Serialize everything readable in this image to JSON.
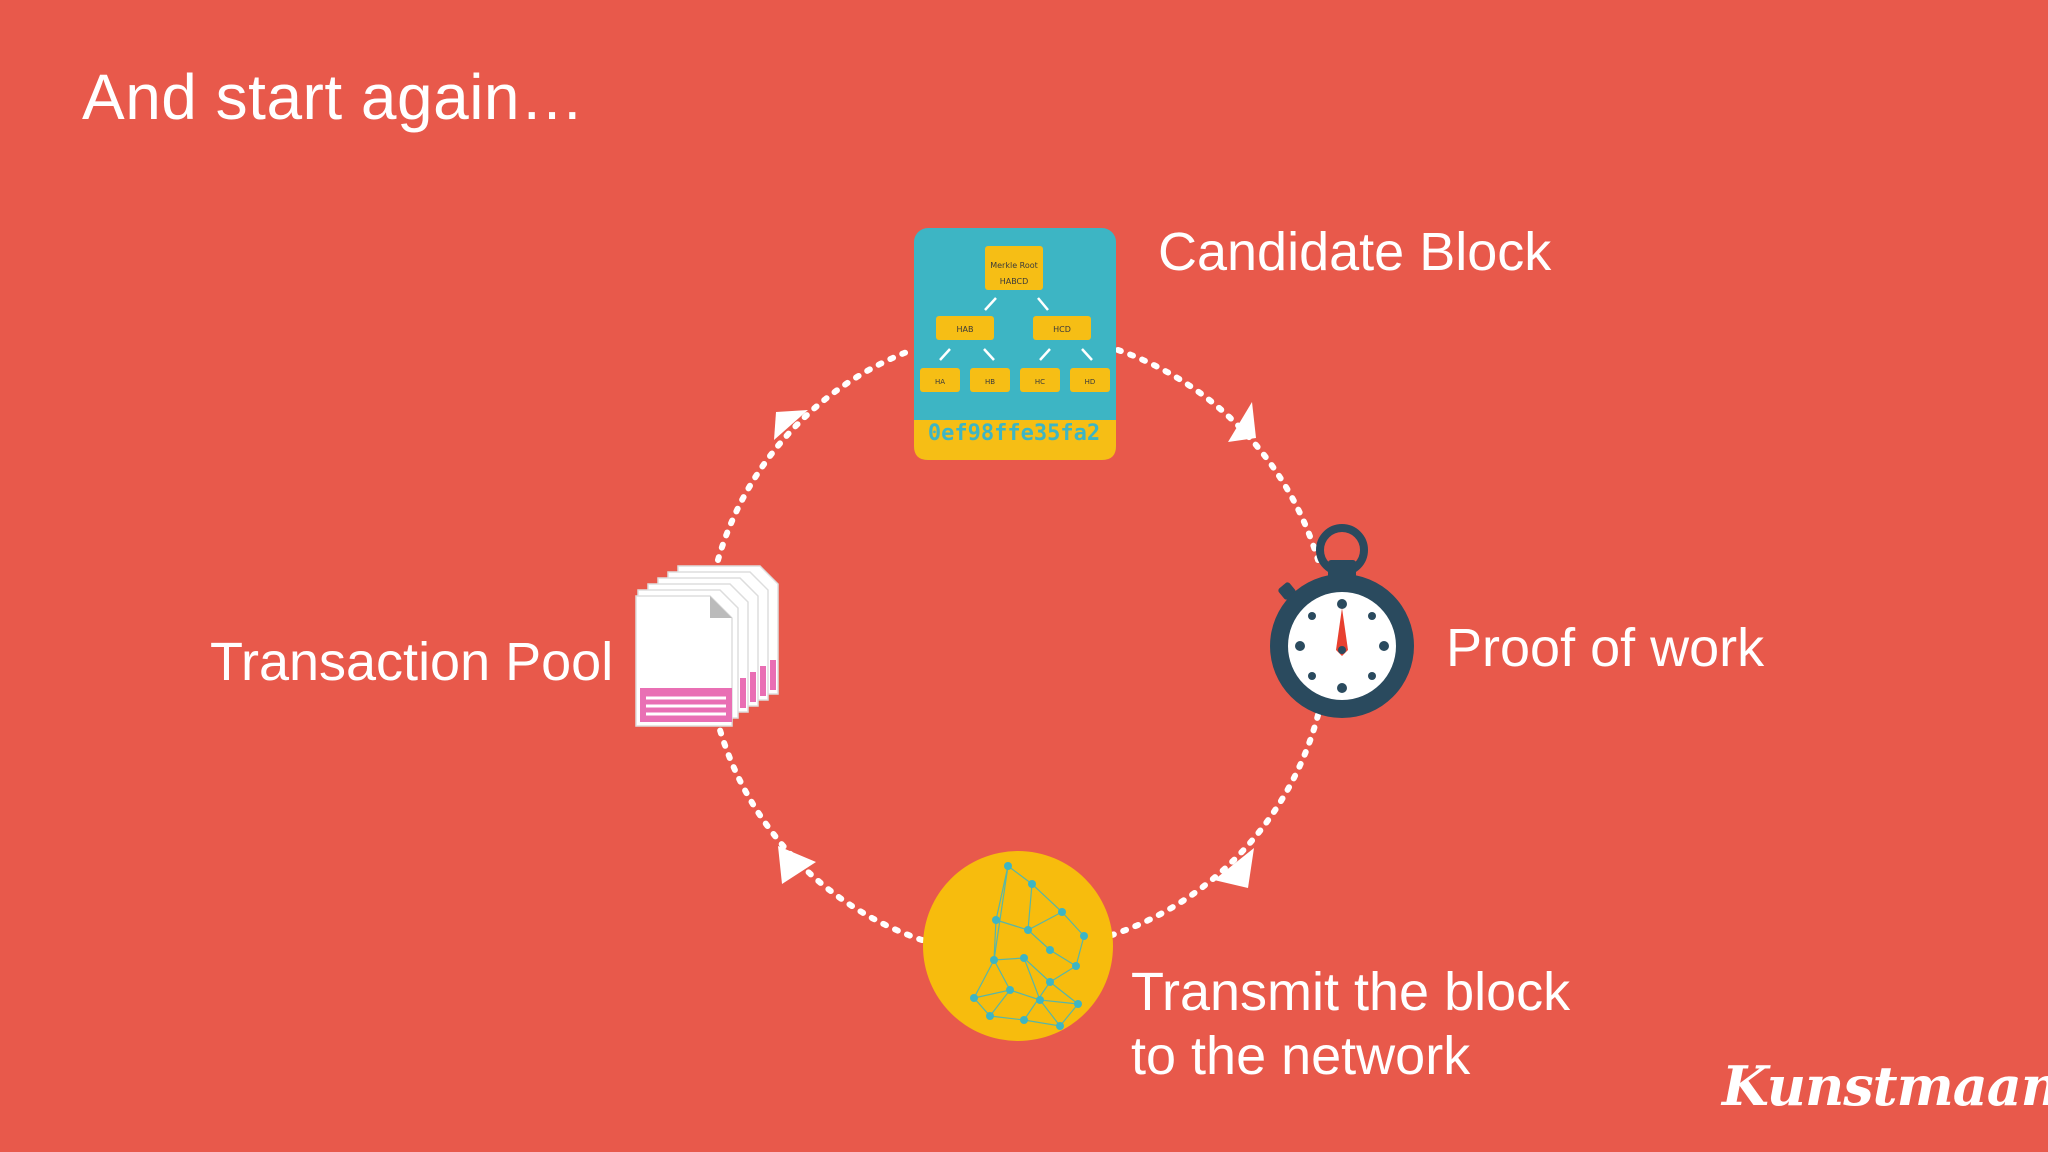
{
  "slide": {
    "title": "And start again…",
    "logo": "Kunstmaan"
  },
  "diagram": {
    "nodes": {
      "candidate_block": {
        "label": "Candidate Block",
        "hash": "0ef98ffe35fa2",
        "merkle_root_label": "Merkle Root",
        "merkle_root_hash": "HABCD",
        "level1": [
          "HAB",
          "HCD"
        ],
        "leaves": [
          "HA",
          "HB",
          "HC",
          "HD"
        ]
      },
      "proof_of_work": {
        "label": "Proof of work"
      },
      "transmit": {
        "label_line1": "Transmit the block",
        "label_line2": "to the network"
      },
      "transaction_pool": {
        "label": "Transaction Pool"
      }
    },
    "colors": {
      "background": "#E8594B",
      "block_teal": "#3DB5C4",
      "block_yellow": "#F6BE15",
      "network_yellow": "#F7BC0D",
      "network_dots": "#3DB5C4",
      "stopwatch_dark": "#2A4A5E",
      "doc_pink": "#E96FB4"
    }
  }
}
